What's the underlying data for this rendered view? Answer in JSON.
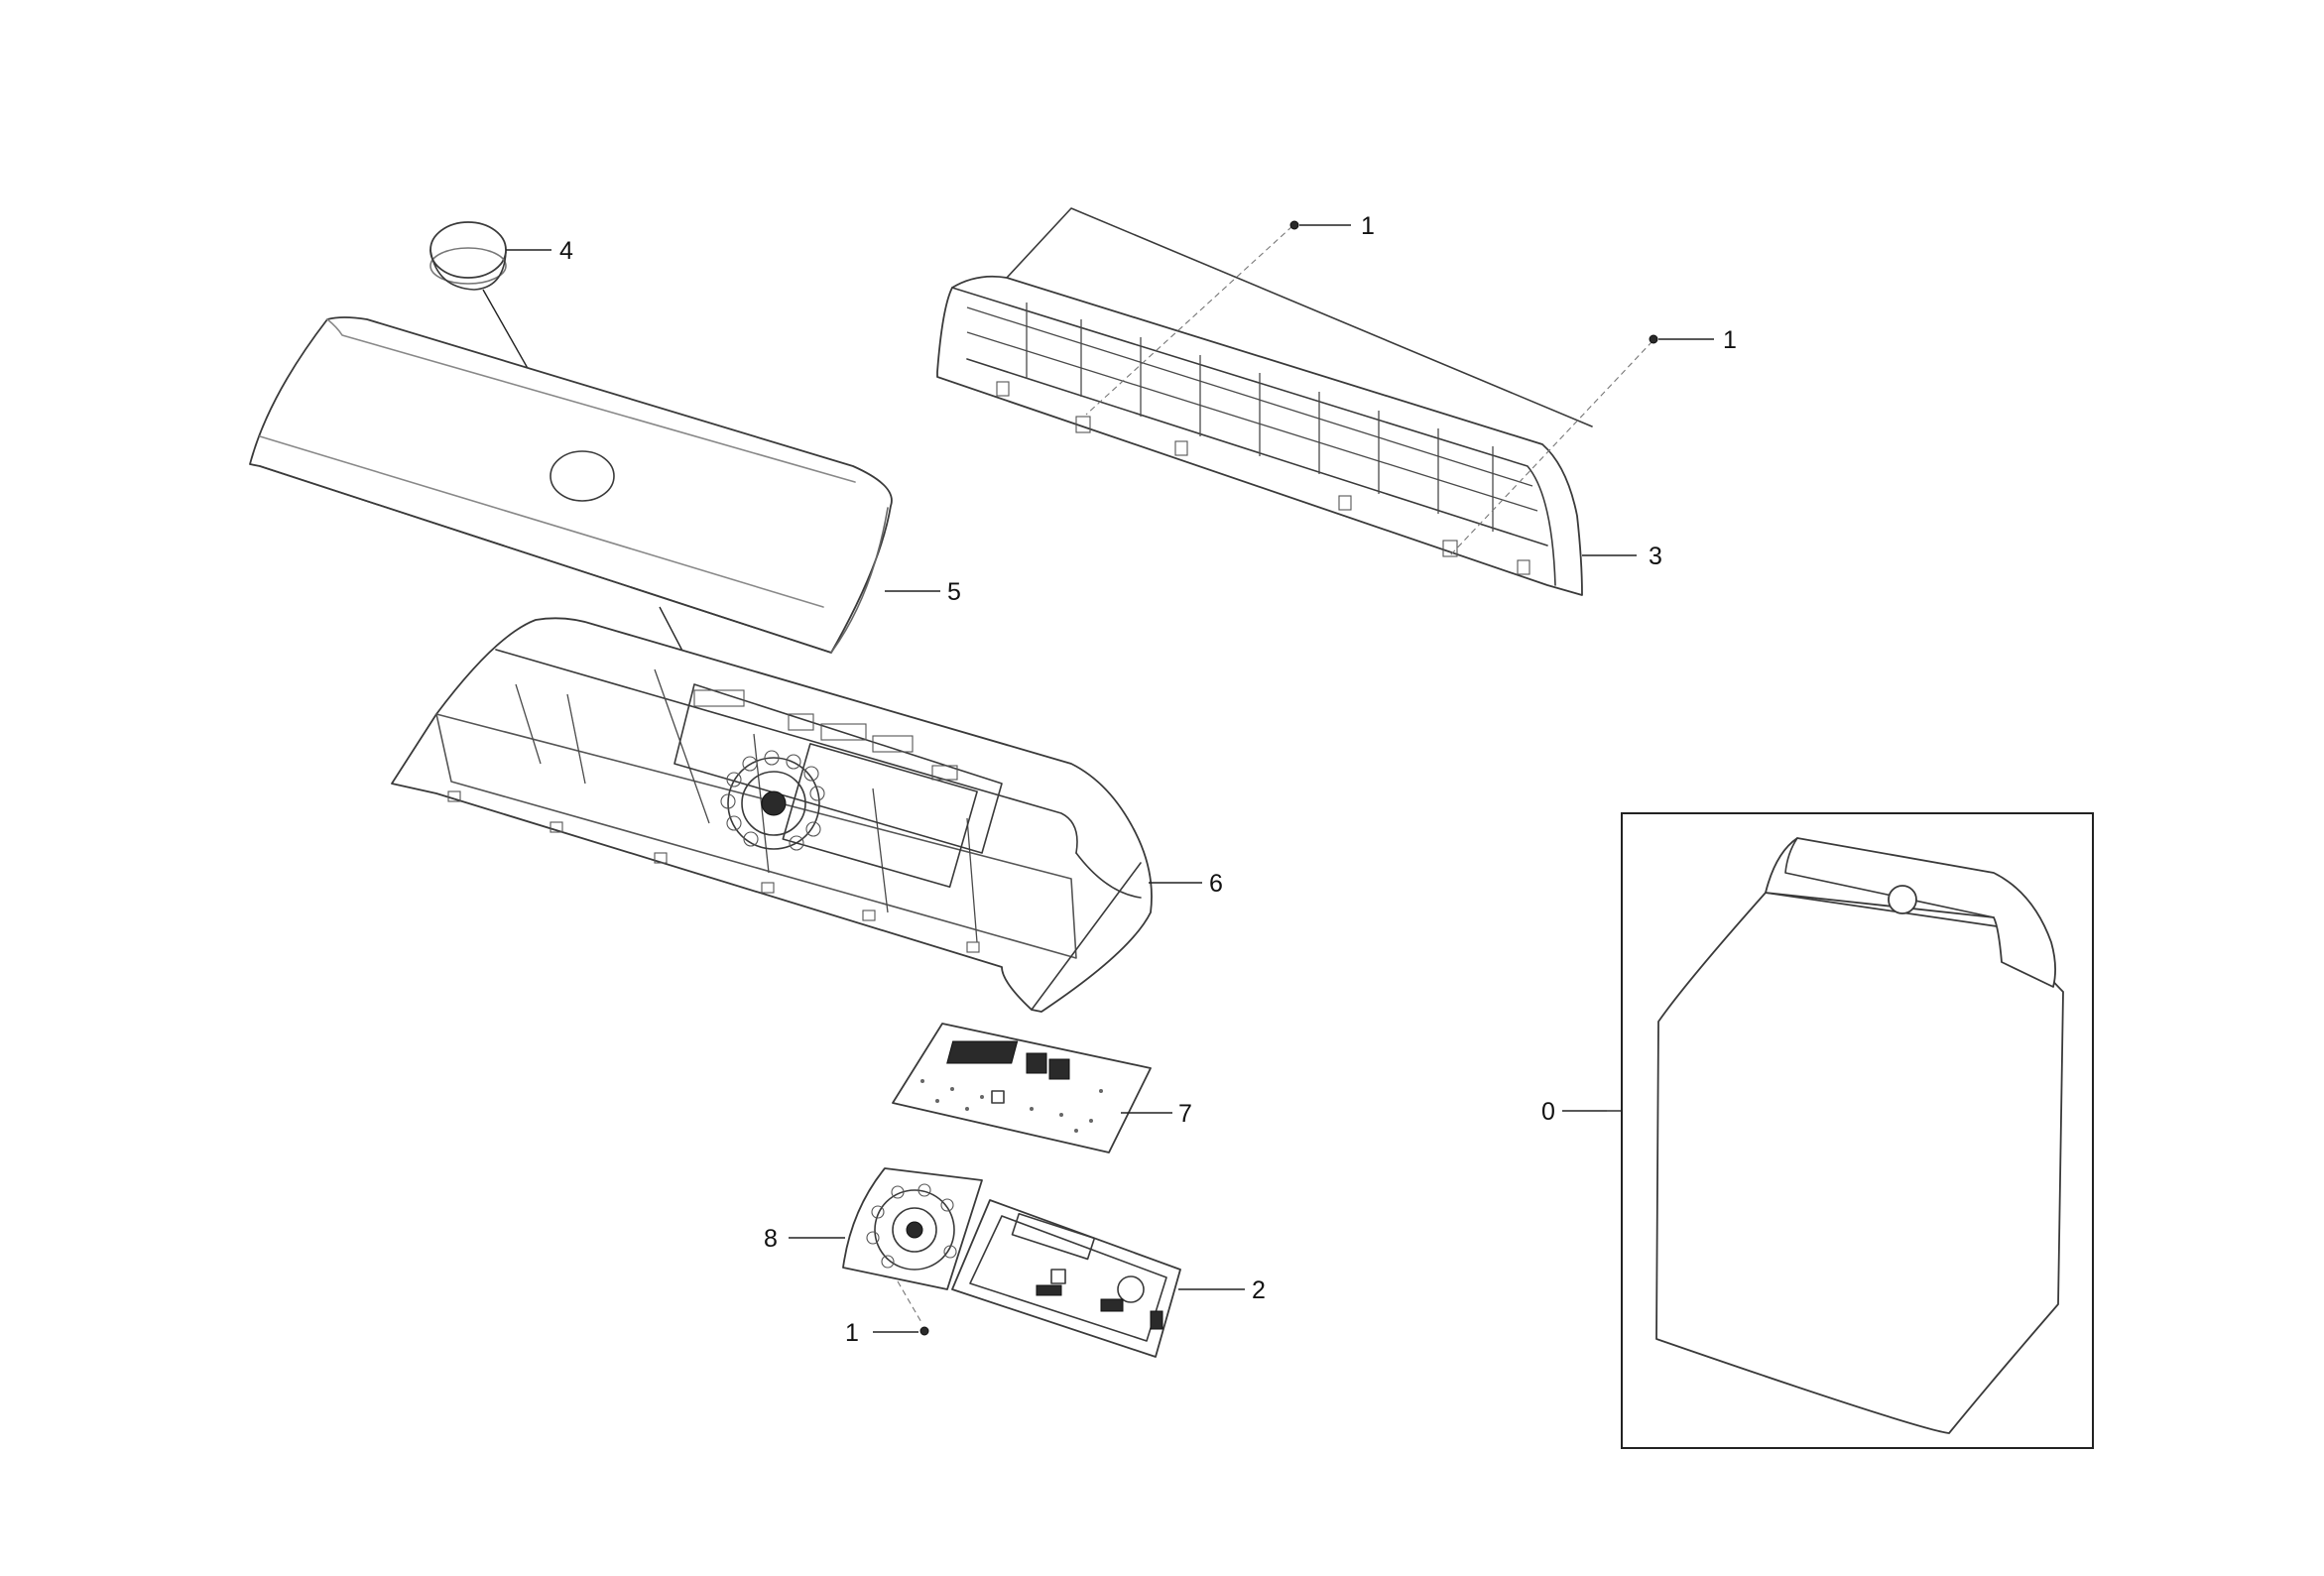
{
  "callouts": {
    "c0": "0",
    "c1a": "1",
    "c1b": "1",
    "c1c": "1",
    "c2": "2",
    "c3": "3",
    "c4": "4",
    "c5": "5",
    "c6": "6",
    "c7": "7",
    "c8": "8"
  },
  "parts": [
    {
      "callout": "0",
      "name": "assembly-overview"
    },
    {
      "callout": "1",
      "name": "screw"
    },
    {
      "callout": "2",
      "name": "pcb-main"
    },
    {
      "callout": "3",
      "name": "panel-back"
    },
    {
      "callout": "4",
      "name": "knob"
    },
    {
      "callout": "5",
      "name": "panel-deco"
    },
    {
      "callout": "6",
      "name": "panel-control"
    },
    {
      "callout": "7",
      "name": "pcb-display"
    },
    {
      "callout": "8",
      "name": "encoder-assembly"
    }
  ],
  "colors": {
    "line": "#3a3a3a",
    "background": "#ffffff",
    "text": "#111111"
  }
}
